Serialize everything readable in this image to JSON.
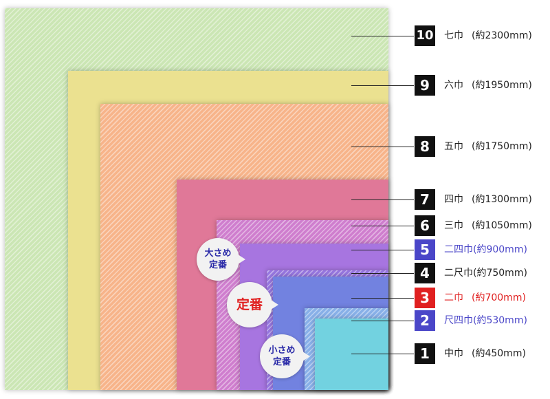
{
  "colors": {
    "badge_default": "#111111",
    "badge_blue": "#4a46c8",
    "badge_red": "#e02020",
    "text_default": "#222222",
    "text_blue": "#4a46c8",
    "text_red": "#e02020"
  },
  "sizes": [
    {
      "num": "10",
      "name": "七巾",
      "size": "(約2300mm)",
      "color": "#cbe6b4",
      "hatched": true,
      "variant": "default"
    },
    {
      "num": "9",
      "name": "六巾",
      "size": "(約1950mm)",
      "color": "#ebe190",
      "hatched": false,
      "variant": "default"
    },
    {
      "num": "8",
      "name": "五巾",
      "size": "(約1750mm)",
      "color": "#f7b48a",
      "hatched": true,
      "variant": "default"
    },
    {
      "num": "7",
      "name": "四巾",
      "size": "(約1300mm)",
      "color": "#e07898",
      "hatched": false,
      "variant": "default"
    },
    {
      "num": "6",
      "name": "三巾",
      "size": "(約1050mm)",
      "color": "#cf7ece",
      "hatched": true,
      "variant": "default"
    },
    {
      "num": "5",
      "name": "二四巾",
      "size": "(約900mm)",
      "color": "#a775e0",
      "hatched": false,
      "variant": "blue"
    },
    {
      "num": "4",
      "name": "二尺巾",
      "size": "(約750mm)",
      "color": "#9777e0",
      "hatched": true,
      "variant": "default"
    },
    {
      "num": "3",
      "name": "二巾",
      "size": "(約700mm)",
      "color": "#7282e0",
      "hatched": false,
      "variant": "red"
    },
    {
      "num": "2",
      "name": "尺四巾",
      "size": "(約530mm)",
      "color": "#88b0e8",
      "hatched": true,
      "variant": "blue"
    },
    {
      "num": "1",
      "name": "中巾",
      "size": "(約450mm)",
      "color": "#72d2e0",
      "hatched": false,
      "variant": "default"
    }
  ],
  "callouts": {
    "large": {
      "line1": "大さめ",
      "line2": "定番"
    },
    "standard": {
      "text": "定番"
    },
    "small": {
      "line1": "小さめ",
      "line2": "定番"
    }
  }
}
